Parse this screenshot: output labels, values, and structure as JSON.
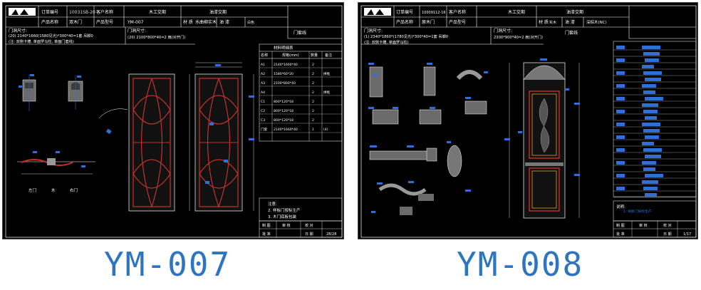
{
  "colors": {
    "accent": "#2d74c3",
    "drawing_bg": "#000000",
    "line": "#ffffff",
    "wood": "#c4312b",
    "highlight": "#2f6fd6"
  },
  "drawings": [
    {
      "code": "YM-007",
      "header": {
        "row1": [
          "订单编号",
          "10031SB-20",
          "客户名称",
          "木工交期",
          "油漆交期"
        ],
        "row2": [
          "产品名称",
          "双木门",
          "产品型号",
          "YM-007",
          "材 质",
          "水曲柳实木",
          "油 漆",
          "白色"
        ],
        "size_label": "门洞尺寸:",
        "size1": "(20) 2140*1660(1580见光)*300*40=1套 吊脚0",
        "size2": "(注: 双侧卡槽, 单面罗马柱, 单面门套线)",
        "size3": "(20) 2100*800*40=2 扇(对开门)",
        "right_label": "门套线"
      },
      "table_title": "材料明细表",
      "table_headers": [
        "名称",
        "规格(mm)",
        "数量",
        "备注"
      ],
      "table_rows": [
        [
          "A1",
          "2140*1660*40",
          "2",
          ""
        ],
        [
          "A2",
          "1580*60*20",
          "2",
          "拼框"
        ],
        [
          "A3",
          "2100*800*40",
          "2",
          ""
        ],
        [
          "A4",
          "",
          "2",
          "拼框"
        ],
        [
          "C1",
          "800*120*18",
          "2",
          ""
        ],
        [
          "C2",
          "800*120*18",
          "2",
          ""
        ],
        [
          "C3",
          "800*120*18",
          "2",
          ""
        ],
        [
          "门套",
          "2140*1660*40",
          "1",
          "(4)"
        ]
      ],
      "labels_bottom": [
        "左门",
        "木",
        "右门"
      ],
      "notes_title": "注意:",
      "notes": [
        "2. 样板门按标生产",
        "3. 木门底板包装"
      ],
      "footer": [
        "制 图",
        "审 核",
        "校 对",
        "批 准",
        "",
        "日 期"
      ],
      "page": "28/28"
    },
    {
      "code": "YM-008",
      "header": {
        "row1": [
          "订单编号",
          "10009112-16",
          "客户名称",
          "木工交期",
          "油漆交期"
        ],
        "row2": [
          "产品名称",
          "原木门",
          "产品型号",
          "",
          "材 质",
          "实木",
          "油 漆",
          "深棕木(NC)"
        ],
        "size_label": "门洞尺寸:",
        "size1": "(1) 2340*1860*(1780见光)*300*40=1套 吊脚0",
        "size2": "(注: 双侧卡槽, 单面罗马柱)",
        "size3": "2300*900*40=2 扇(对开门)",
        "right_label": "门套线"
      },
      "notes_title": "说明:",
      "notes": [
        "1. 样板门按标生产"
      ],
      "footer": [
        "制 图",
        "审 核",
        "校 对",
        "批 准",
        "",
        "日 期"
      ],
      "page": "1/17"
    }
  ]
}
